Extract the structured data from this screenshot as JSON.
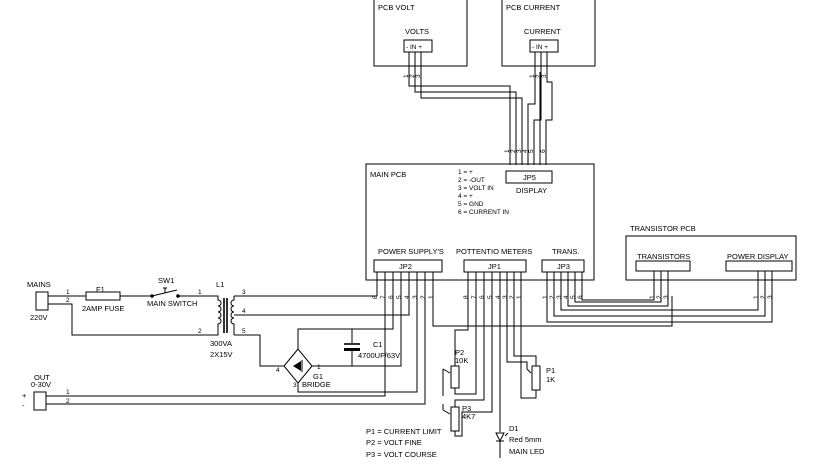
{
  "pcb_volt": {
    "title": "PCB VOLT",
    "label": "VOLTS",
    "connector": "-  IN  +",
    "pins": [
      "1",
      "2",
      "3"
    ]
  },
  "pcb_current": {
    "title": "PCB CURRENT",
    "label": "CURRENT",
    "connector": "-  IN  +",
    "pins": [
      "1",
      "2",
      "3"
    ]
  },
  "main_pcb": {
    "title": "MAIN PCB",
    "legend": [
      "1 = +",
      "2 = -OUT",
      "3 = VOLT IN",
      "4 = +",
      "5 = GND",
      "6 = CURRENT IN"
    ],
    "jp5": {
      "name": "JP5",
      "caption": "DISPLAY",
      "pins": [
        "1",
        "2",
        "3",
        "4",
        "5",
        "6"
      ]
    },
    "jp2": {
      "header": "POWER SUPPLY'S",
      "name": "JP2",
      "pins": [
        "8",
        "7",
        "6",
        "5",
        "4",
        "3",
        "2",
        "1"
      ]
    },
    "jp1": {
      "header": "POTTENTIO METERS",
      "name": "JP1",
      "pins": [
        "8",
        "7",
        "6",
        "5",
        "4",
        "3",
        "2",
        "1"
      ]
    },
    "jp3": {
      "header": "TRANS.",
      "name": "JP3",
      "pins": [
        "1",
        "2",
        "3",
        "4",
        "5",
        "6"
      ]
    }
  },
  "transistor_pcb": {
    "title": "TRANSISTOR PCB",
    "transistors": {
      "label": "TRANSISTORS",
      "pins": [
        "1",
        "2",
        "3"
      ]
    },
    "power_display": {
      "label": "POWER DISPLAY",
      "pins": [
        "1",
        "2",
        "3"
      ]
    }
  },
  "mains": {
    "label": "MAINS",
    "voltage": "220V",
    "pins": [
      "1",
      "2"
    ]
  },
  "fuse": {
    "ref": "F1",
    "value": "2AMP FUSE"
  },
  "switch": {
    "ref": "SW1",
    "value": "MAIN SWITCH"
  },
  "transformer": {
    "ref": "L1",
    "rating": "300VA",
    "output": "2X15V",
    "pins": [
      "1",
      "2",
      "3",
      "4",
      "5"
    ]
  },
  "capacitor": {
    "ref": "C1",
    "value": "4700UF/63V"
  },
  "bridge": {
    "ref": "G1",
    "value": "BRIDGE",
    "pins": [
      "1",
      "2",
      "3",
      "4"
    ]
  },
  "output": {
    "label": "OUT",
    "range": "0-30V",
    "plus": "+",
    "minus": "-",
    "pins": [
      "1",
      "2"
    ]
  },
  "p2": {
    "ref": "P2",
    "value": "10K"
  },
  "p3": {
    "ref": "P3",
    "value": "4K7"
  },
  "p1": {
    "ref": "P1",
    "value": "1K"
  },
  "led": {
    "ref": "D1",
    "value": "Red 5mm",
    "caption": "MAIN LED"
  },
  "pot_legend": [
    "P1 = CURRENT LIMIT",
    "P2 = VOLT FINE",
    "P3 = VOLT COURSE"
  ]
}
